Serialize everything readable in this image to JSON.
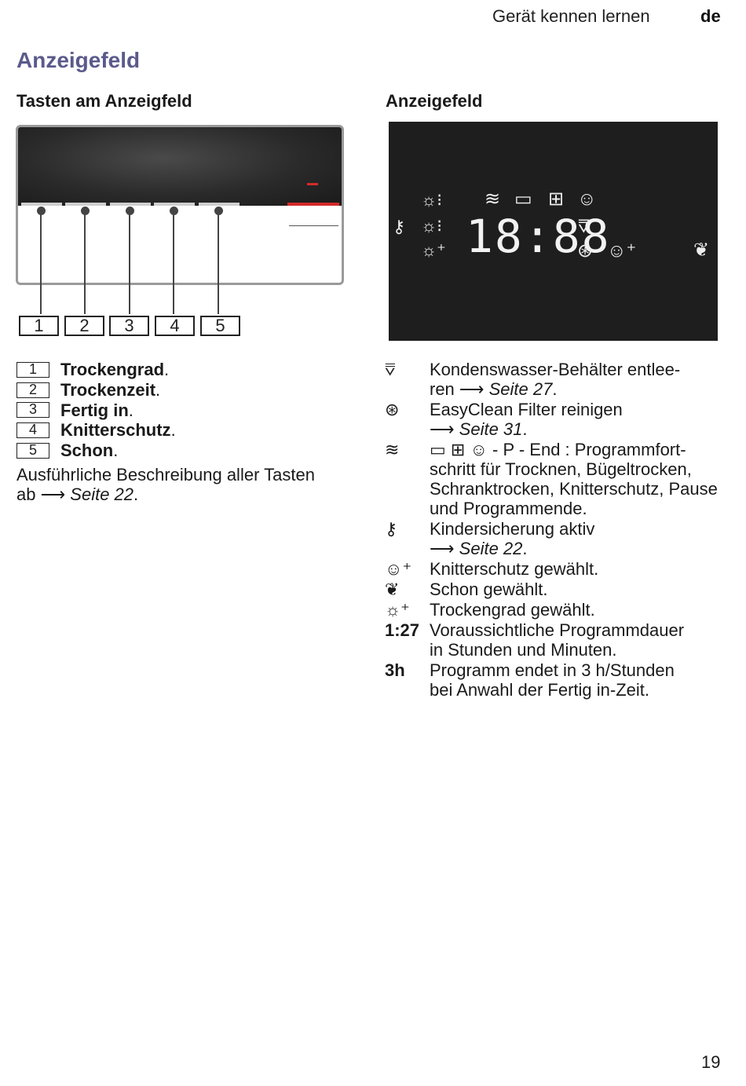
{
  "header": {
    "section": "Gerät kennen lernen",
    "lang": "de"
  },
  "title": "Anzeigefeld",
  "left": {
    "subtitle": "Tasten am Anzeigfeld",
    "keys": [
      {
        "num": "1",
        "label": "Trockengrad"
      },
      {
        "num": "2",
        "label": "Trockenzeit"
      },
      {
        "num": "3",
        "label": "Fertig in"
      },
      {
        "num": "4",
        "label": "Knitterschutz"
      },
      {
        "num": "5",
        "label": "Schon"
      }
    ],
    "desc_line1": "Ausführliche Beschreibung aller Tasten",
    "desc_ab": "ab",
    "desc_arrow": "⟶",
    "desc_ref": "Seite 22",
    "dot": "."
  },
  "right": {
    "subtitle": "Anzeigefeld",
    "display": {
      "digits": "18:88"
    },
    "legend": [
      {
        "icon": "⩢",
        "icon_name": "condenser-tank-icon",
        "text1": "Kondenswasser-Behälter entlee-",
        "text2": "ren ",
        "arrow": "⟶",
        "ref": "Seite 27"
      },
      {
        "icon": "⊛",
        "icon_name": "filter-icon",
        "text1": "EasyClean Filter reinigen",
        "text2": "",
        "arrow": "⟶",
        "ref": "Seite 31"
      },
      {
        "icon": "≋",
        "icon_name": "drying-icon",
        "text1": "▭ ⊞ ☺ - P - End : Programmfort-",
        "text2": "schritt für Trocknen, Bügeltrocken, Schranktrocken, Knitterschutz, Pause und Programmende.",
        "arrow": "",
        "ref": ""
      },
      {
        "icon": "⚷",
        "icon_name": "child-lock-icon",
        "text1": "Kindersicherung aktiv",
        "text2": "",
        "arrow": "⟶",
        "ref": "Seite 22"
      },
      {
        "icon": "☺⁺",
        "icon_name": "anti-crease-icon",
        "text1": "Knitterschutz gewählt.",
        "text2": "",
        "arrow": "",
        "ref": ""
      },
      {
        "icon": "❦",
        "icon_name": "gentle-icon",
        "text1": "Schon gewählt.",
        "text2": "",
        "arrow": "",
        "ref": ""
      },
      {
        "icon": "☼⁺",
        "icon_name": "dryness-icon",
        "text1": "Trockengrad gewählt.",
        "text2": "",
        "arrow": "",
        "ref": ""
      },
      {
        "icon": "1:27",
        "icon_name": "duration-label",
        "text1": "Voraussichtliche Programmdauer",
        "text2": "in Stunden und Minuten.",
        "arrow": "",
        "ref": ""
      },
      {
        "icon": "3h",
        "icon_name": "end-time-label",
        "text1": "Programm endet in 3 h/Stunden",
        "text2": "bei Anwahl der Fertig in-Zeit.",
        "arrow": "",
        "ref": ""
      }
    ]
  },
  "page_number": "19"
}
